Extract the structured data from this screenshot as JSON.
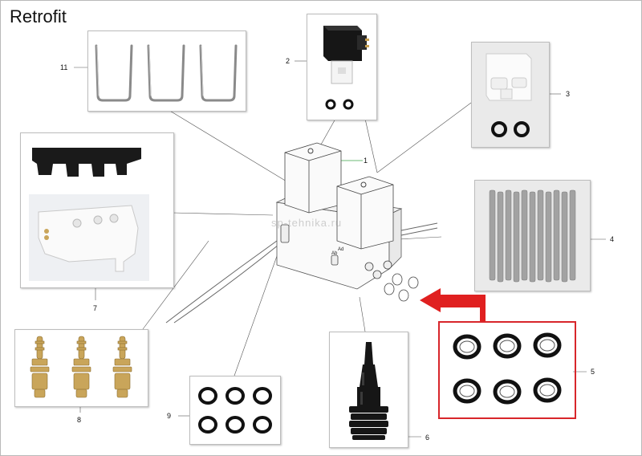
{
  "title": "Retrofit",
  "watermark": "sp-tehnika.ru",
  "callouts": {
    "c1": "1",
    "c2": "2",
    "c3": "3",
    "c4": "4",
    "c5": "5",
    "c6": "6",
    "c7": "7",
    "c8": "8",
    "c9": "9",
    "c11": "11"
  },
  "assembly_labels": {
    "left_port": "Ab",
    "right_port": "Ad"
  },
  "colors": {
    "highlight": "#d8262b",
    "arrow": "#e02020",
    "oring": "#111111",
    "brass": "#c9a55a",
    "steel": "#9a9a9a",
    "leader": "#555555",
    "leader_green": "#3aa046"
  }
}
